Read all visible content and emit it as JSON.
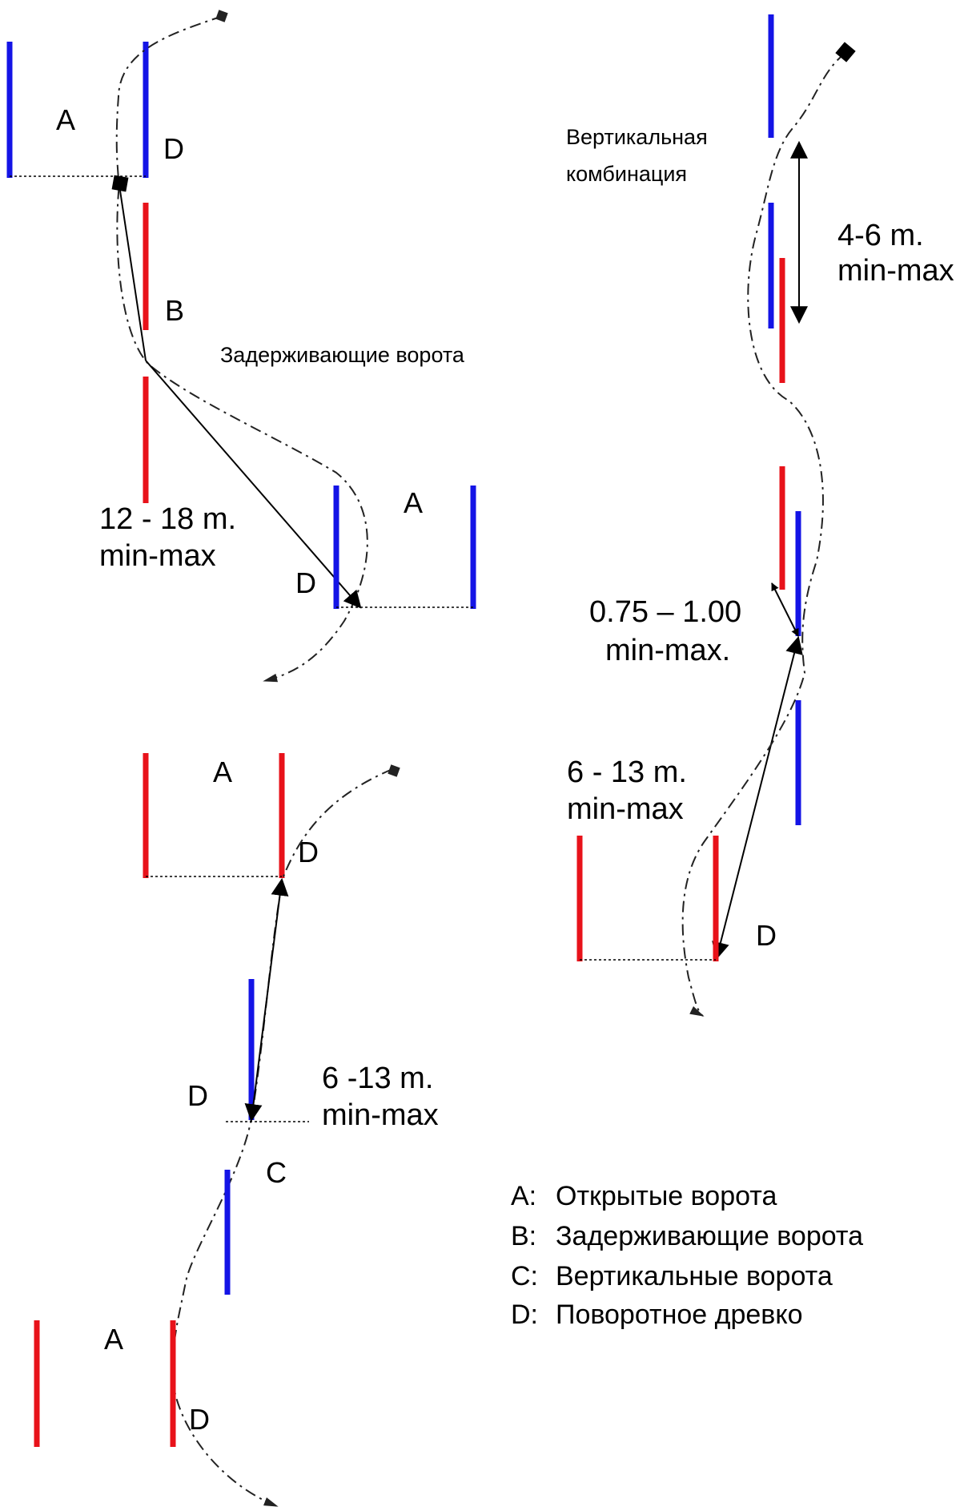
{
  "colors": {
    "red_pole": "#e8121a",
    "blue_pole": "#1414e6",
    "path": "#222222",
    "text": "#000000"
  },
  "labels": {
    "a1": "A",
    "d1": "D",
    "b1": "B",
    "delay_caption": "Задерживающие ворота",
    "dist1_line1": "12 - 18 m.",
    "dist1_line2": "min-max",
    "a2": "A",
    "d2": "D",
    "vert_caption_line1": "Вертикальная",
    "vert_caption_line2": "комбинация",
    "dist2_line1": "4-6 m.",
    "dist2_line2": "min-max",
    "dist3_line1": "0.75 – 1.00",
    "dist3_line2": "min-max.",
    "dist4_line1": "6 - 13 m.",
    "dist4_line2": "min-max",
    "d3": "D",
    "a3": "A",
    "d4": "D",
    "d5": "D",
    "dist5_line1": "6 -13 m.",
    "dist5_line2": "min-max",
    "c1": "C",
    "a4": "A",
    "d6": "D"
  },
  "legend": [
    {
      "key": "A:",
      "text": "Открытые ворота"
    },
    {
      "key": "B:",
      "text": "Задерживающие ворота"
    },
    {
      "key": "C:",
      "text": "Вертикальные ворота"
    },
    {
      "key": "D:",
      "text": "Поворотное древко"
    }
  ]
}
